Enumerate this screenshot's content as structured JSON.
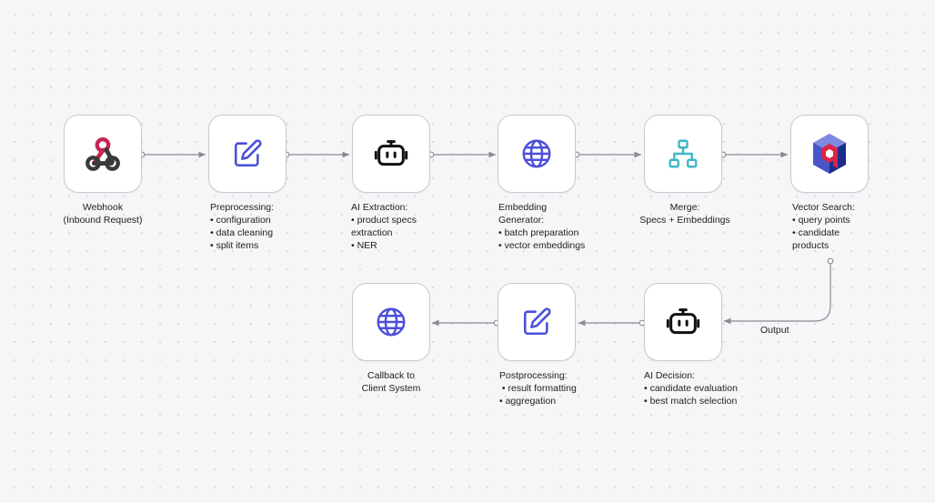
{
  "nodes": [
    {
      "id": "webhook",
      "label_lines": [
        "Webhook",
        "(Inbound Request)"
      ],
      "icon": "webhook-icon",
      "icon_colors": [
        "#c7254e",
        "#3a3a3a"
      ]
    },
    {
      "id": "preprocessing",
      "label_lines": [
        "Preprocessing:",
        "• configuration",
        "• data cleaning",
        "• split items"
      ],
      "icon": "pencil-edit-icon",
      "icon_color": "#4b4fd8"
    },
    {
      "id": "ai-extraction",
      "label_lines": [
        "AI Extraction:",
        "• product specs",
        "extraction",
        "• NER"
      ],
      "icon": "robot-icon",
      "icon_color": "#111111"
    },
    {
      "id": "embedding-generator",
      "label_lines": [
        "Embedding",
        "Generator:",
        "• batch preparation",
        "• vector embeddings"
      ],
      "icon": "globe-icon",
      "icon_color": "#4b4fd8"
    },
    {
      "id": "merge",
      "label_lines": [
        "Merge:",
        "Specs + Embeddings"
      ],
      "icon": "merge-tree-icon",
      "icon_color": "#3fb6c4"
    },
    {
      "id": "vector-search",
      "label_lines": [
        "Vector Search:",
        "• query points",
        "• candidate",
        "products"
      ],
      "icon": "qdrant-logo-icon",
      "icon_colors": [
        "#dc2446",
        "#4856c8",
        "#1e2c8c"
      ]
    },
    {
      "id": "ai-decision",
      "label_lines": [
        "AI Decision:",
        "• candidate evaluation",
        "• best match selection"
      ],
      "icon": "robot-icon",
      "icon_color": "#111111"
    },
    {
      "id": "postprocessing",
      "label_lines": [
        "Postprocessing:",
        " • result formatting",
        "• aggregation"
      ],
      "icon": "pencil-edit-icon",
      "icon_color": "#4b4fd8"
    },
    {
      "id": "callback",
      "label_lines": [
        "Callback to",
        "Client System"
      ],
      "icon": "globe-icon",
      "icon_color": "#4b4fd8"
    }
  ],
  "edges": [
    {
      "from": "webhook",
      "to": "preprocessing"
    },
    {
      "from": "preprocessing",
      "to": "ai-extraction"
    },
    {
      "from": "ai-extraction",
      "to": "embedding-generator"
    },
    {
      "from": "embedding-generator",
      "to": "merge"
    },
    {
      "from": "merge",
      "to": "vector-search"
    },
    {
      "from": "vector-search",
      "to": "ai-decision",
      "label": "Output"
    },
    {
      "from": "ai-decision",
      "to": "postprocessing"
    },
    {
      "from": "postprocessing",
      "to": "callback"
    }
  ],
  "colors": {
    "edge": "#8a8a90",
    "node_border": "#c9c9cf",
    "background": "#f6f6f9",
    "grid_dot": "#dcdce3"
  }
}
